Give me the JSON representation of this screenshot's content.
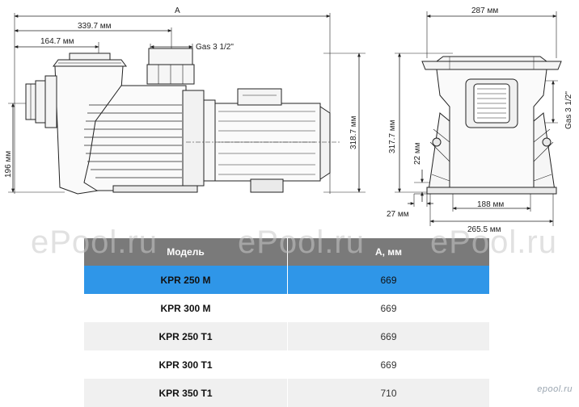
{
  "drawing": {
    "dim_A": "A",
    "dim_339": "339.7 мм",
    "dim_164": "164.7 мм",
    "dim_gas_left": "Gas 3 1/2\"",
    "dim_196": "196 мм",
    "dim_318": "318.7 мм",
    "dim_287": "287 мм",
    "dim_317": "317.7 мм",
    "dim_gas_right": "Gas 3 1/2\"",
    "dim_22": "22 мм",
    "dim_27": "27 мм",
    "dim_188": "188 мм",
    "dim_265": "265.5 мм"
  },
  "watermarks": [
    "ePool.ru",
    "ePool.ru",
    "ePool.ru"
  ],
  "table": {
    "headers": [
      "Модель",
      "А, мм"
    ],
    "rows": [
      {
        "model": "KPR 250 M",
        "a": "669"
      },
      {
        "model": "KPR 300 M",
        "a": "669"
      },
      {
        "model": "KPR 250 T1",
        "a": "669"
      },
      {
        "model": "KPR 300 T1",
        "a": "669"
      },
      {
        "model": "KPR 350 T1",
        "a": "710"
      }
    ],
    "highlight_color": "#2f96e8",
    "header_color": "#7a7a7a"
  },
  "logo_text": "epool.ru"
}
